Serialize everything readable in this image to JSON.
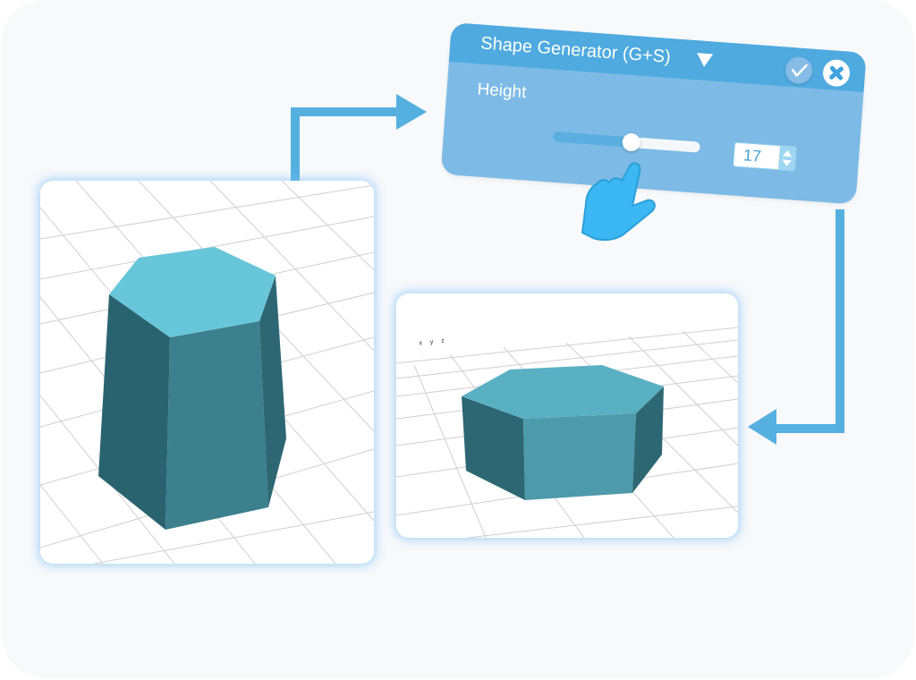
{
  "panel": {
    "title": "Shape Generator (G+S)",
    "confirm_icon": "checkmark-icon",
    "close_icon": "close-x-icon",
    "parameter_label": "Height",
    "slider": {
      "min": 0,
      "max": 30,
      "value": 17
    },
    "height_value": "17"
  },
  "viewports": {
    "before": {
      "shape": "hexagonal-prism",
      "height": "tall"
    },
    "after": {
      "shape": "hexagonal-prism",
      "height": "short",
      "axis_label": "x y z"
    }
  },
  "colors": {
    "accent": "#55b0e0",
    "panel_bg": "#7dbbe6",
    "panel_header": "#4eaadf",
    "shape_top": "#68c6da",
    "shape_front": "#3c7f8d",
    "shape_side": "#2a6370",
    "background": "#f7f9fb"
  },
  "annotations": {
    "hand_icon": "pointer-hand-icon",
    "arrow_to_panel": "arrow-right",
    "arrow_to_result": "arrow-left"
  }
}
